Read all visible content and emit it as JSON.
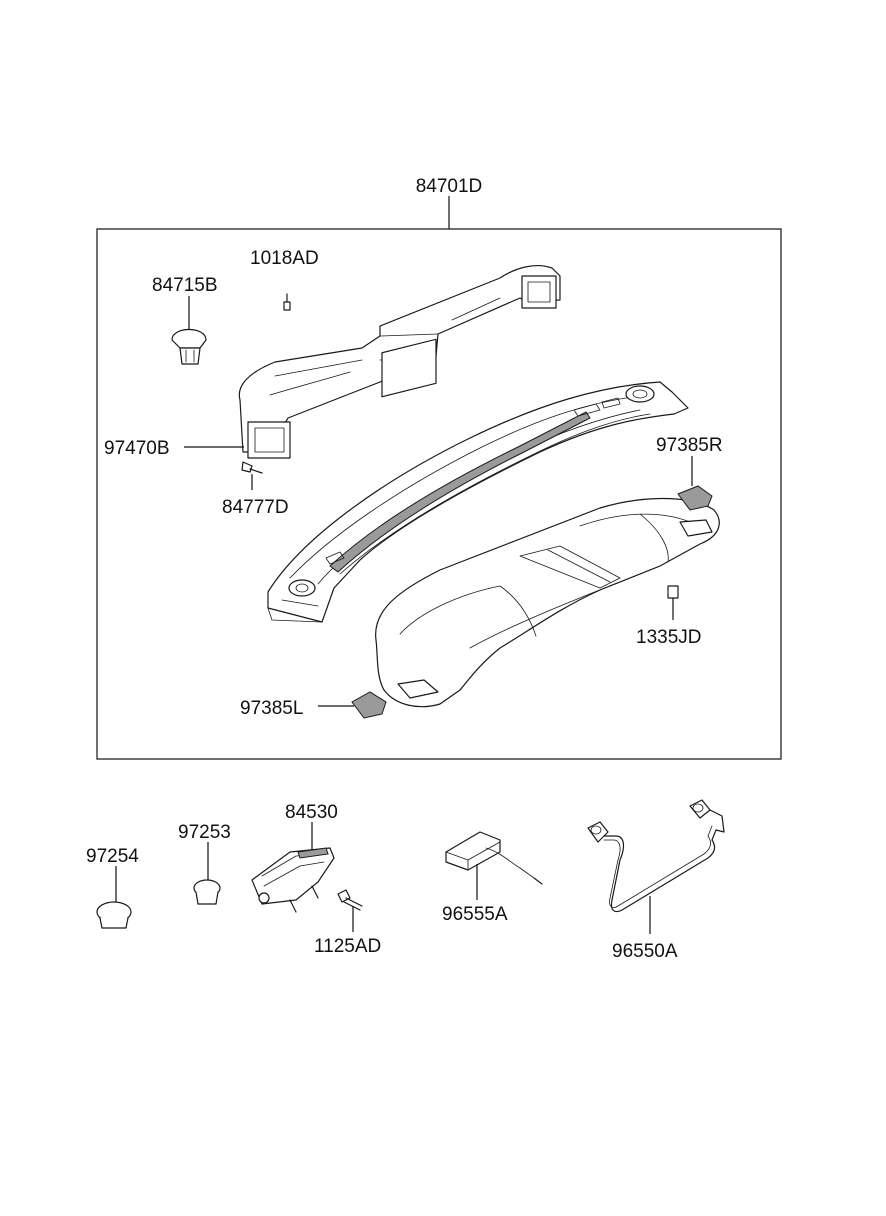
{
  "parts": {
    "assembly": "84701D",
    "bolt_top": "1018AD",
    "clip_top": "84715B",
    "duct": "97470B",
    "screw": "84777D",
    "cover_right": "97385R",
    "clip_square": "1335JD",
    "cover_left": "97385L",
    "cap_large": "97254",
    "cap_small": "97253",
    "airbag_module": "84530",
    "bolt_bottom": "1125AD",
    "sensor": "96555A",
    "wiring": "96550A"
  },
  "colors": {
    "line": "#1a1a1a",
    "background": "#ffffff",
    "shade": "#9a9a9a"
  }
}
